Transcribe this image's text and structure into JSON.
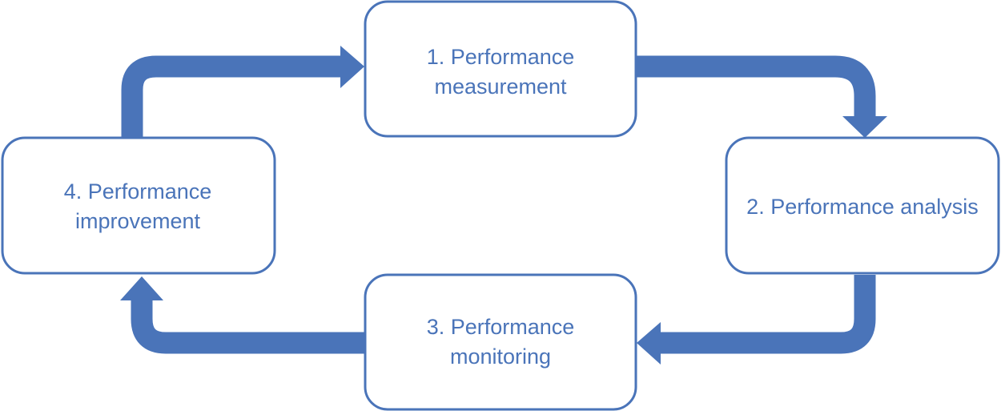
{
  "diagram": {
    "colors": {
      "accent": "#4a74b9",
      "box_fill": "#ffffff"
    },
    "nodes": [
      {
        "id": "measurement",
        "line1": "1. Performance",
        "line2": "measurement"
      },
      {
        "id": "analysis",
        "line1": "2. Performance analysis"
      },
      {
        "id": "monitoring",
        "line1": "3. Performance",
        "line2": "monitoring"
      },
      {
        "id": "improvement",
        "line1": "4. Performance",
        "line2": "improvement"
      }
    ]
  }
}
